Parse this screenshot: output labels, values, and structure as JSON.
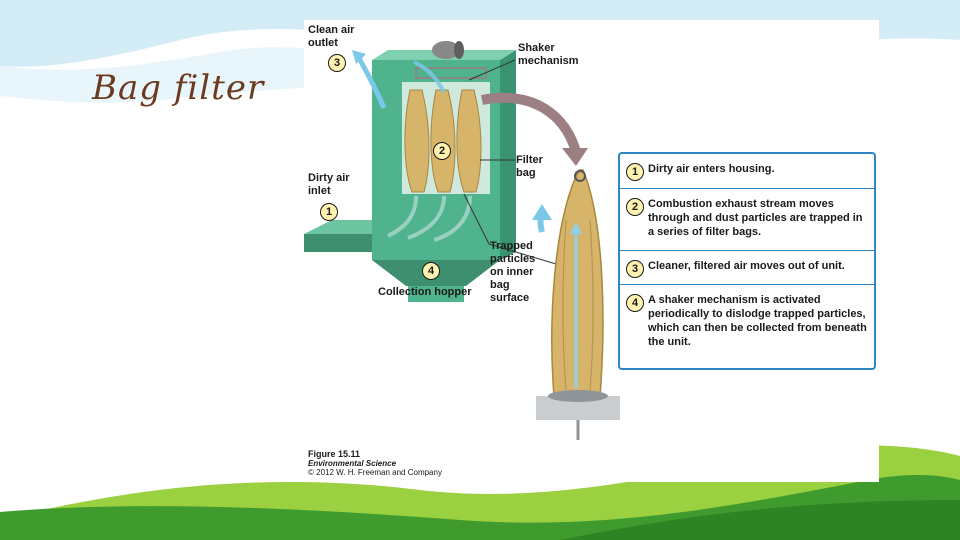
{
  "slide": {
    "title": "Bag filter"
  },
  "figure": {
    "labels": {
      "clean_air_outlet": "Clean air outlet",
      "shaker_mechanism": "Shaker mechanism",
      "filter_bag": "Filter bag",
      "dirty_air_inlet": "Dirty air inlet",
      "trapped_particles": "Trapped particles on inner bag surface",
      "collection_hopper": "Collection hopper"
    },
    "markers": {
      "outlet": "3",
      "bags": "2",
      "inlet": "1",
      "hopper": "4"
    },
    "steps": [
      {
        "num": "1",
        "text": "Dirty air enters housing."
      },
      {
        "num": "2",
        "text": "Combustion exhaust stream moves through and dust particles are trapped in a series of filter bags."
      },
      {
        "num": "3",
        "text": "Cleaner, filtered air moves out of unit."
      },
      {
        "num": "4",
        "text": "A shaker mechanism is activated periodically to dislodge trapped particles, which can then be collected from beneath the unit."
      }
    ],
    "caption": {
      "figure": "Figure 15.11",
      "book": "Environmental Science",
      "copyright": "© 2012 W. H. Freeman and Company"
    }
  },
  "colors": {
    "housing": "#4fb38d",
    "bag": "#d6b46a",
    "legend_border": "#2f85c1",
    "marker_fill": "#fff2b0",
    "hills_dark": "#3f9b2e",
    "hills_light": "#9bd040",
    "sky": "#c9e8f2"
  }
}
